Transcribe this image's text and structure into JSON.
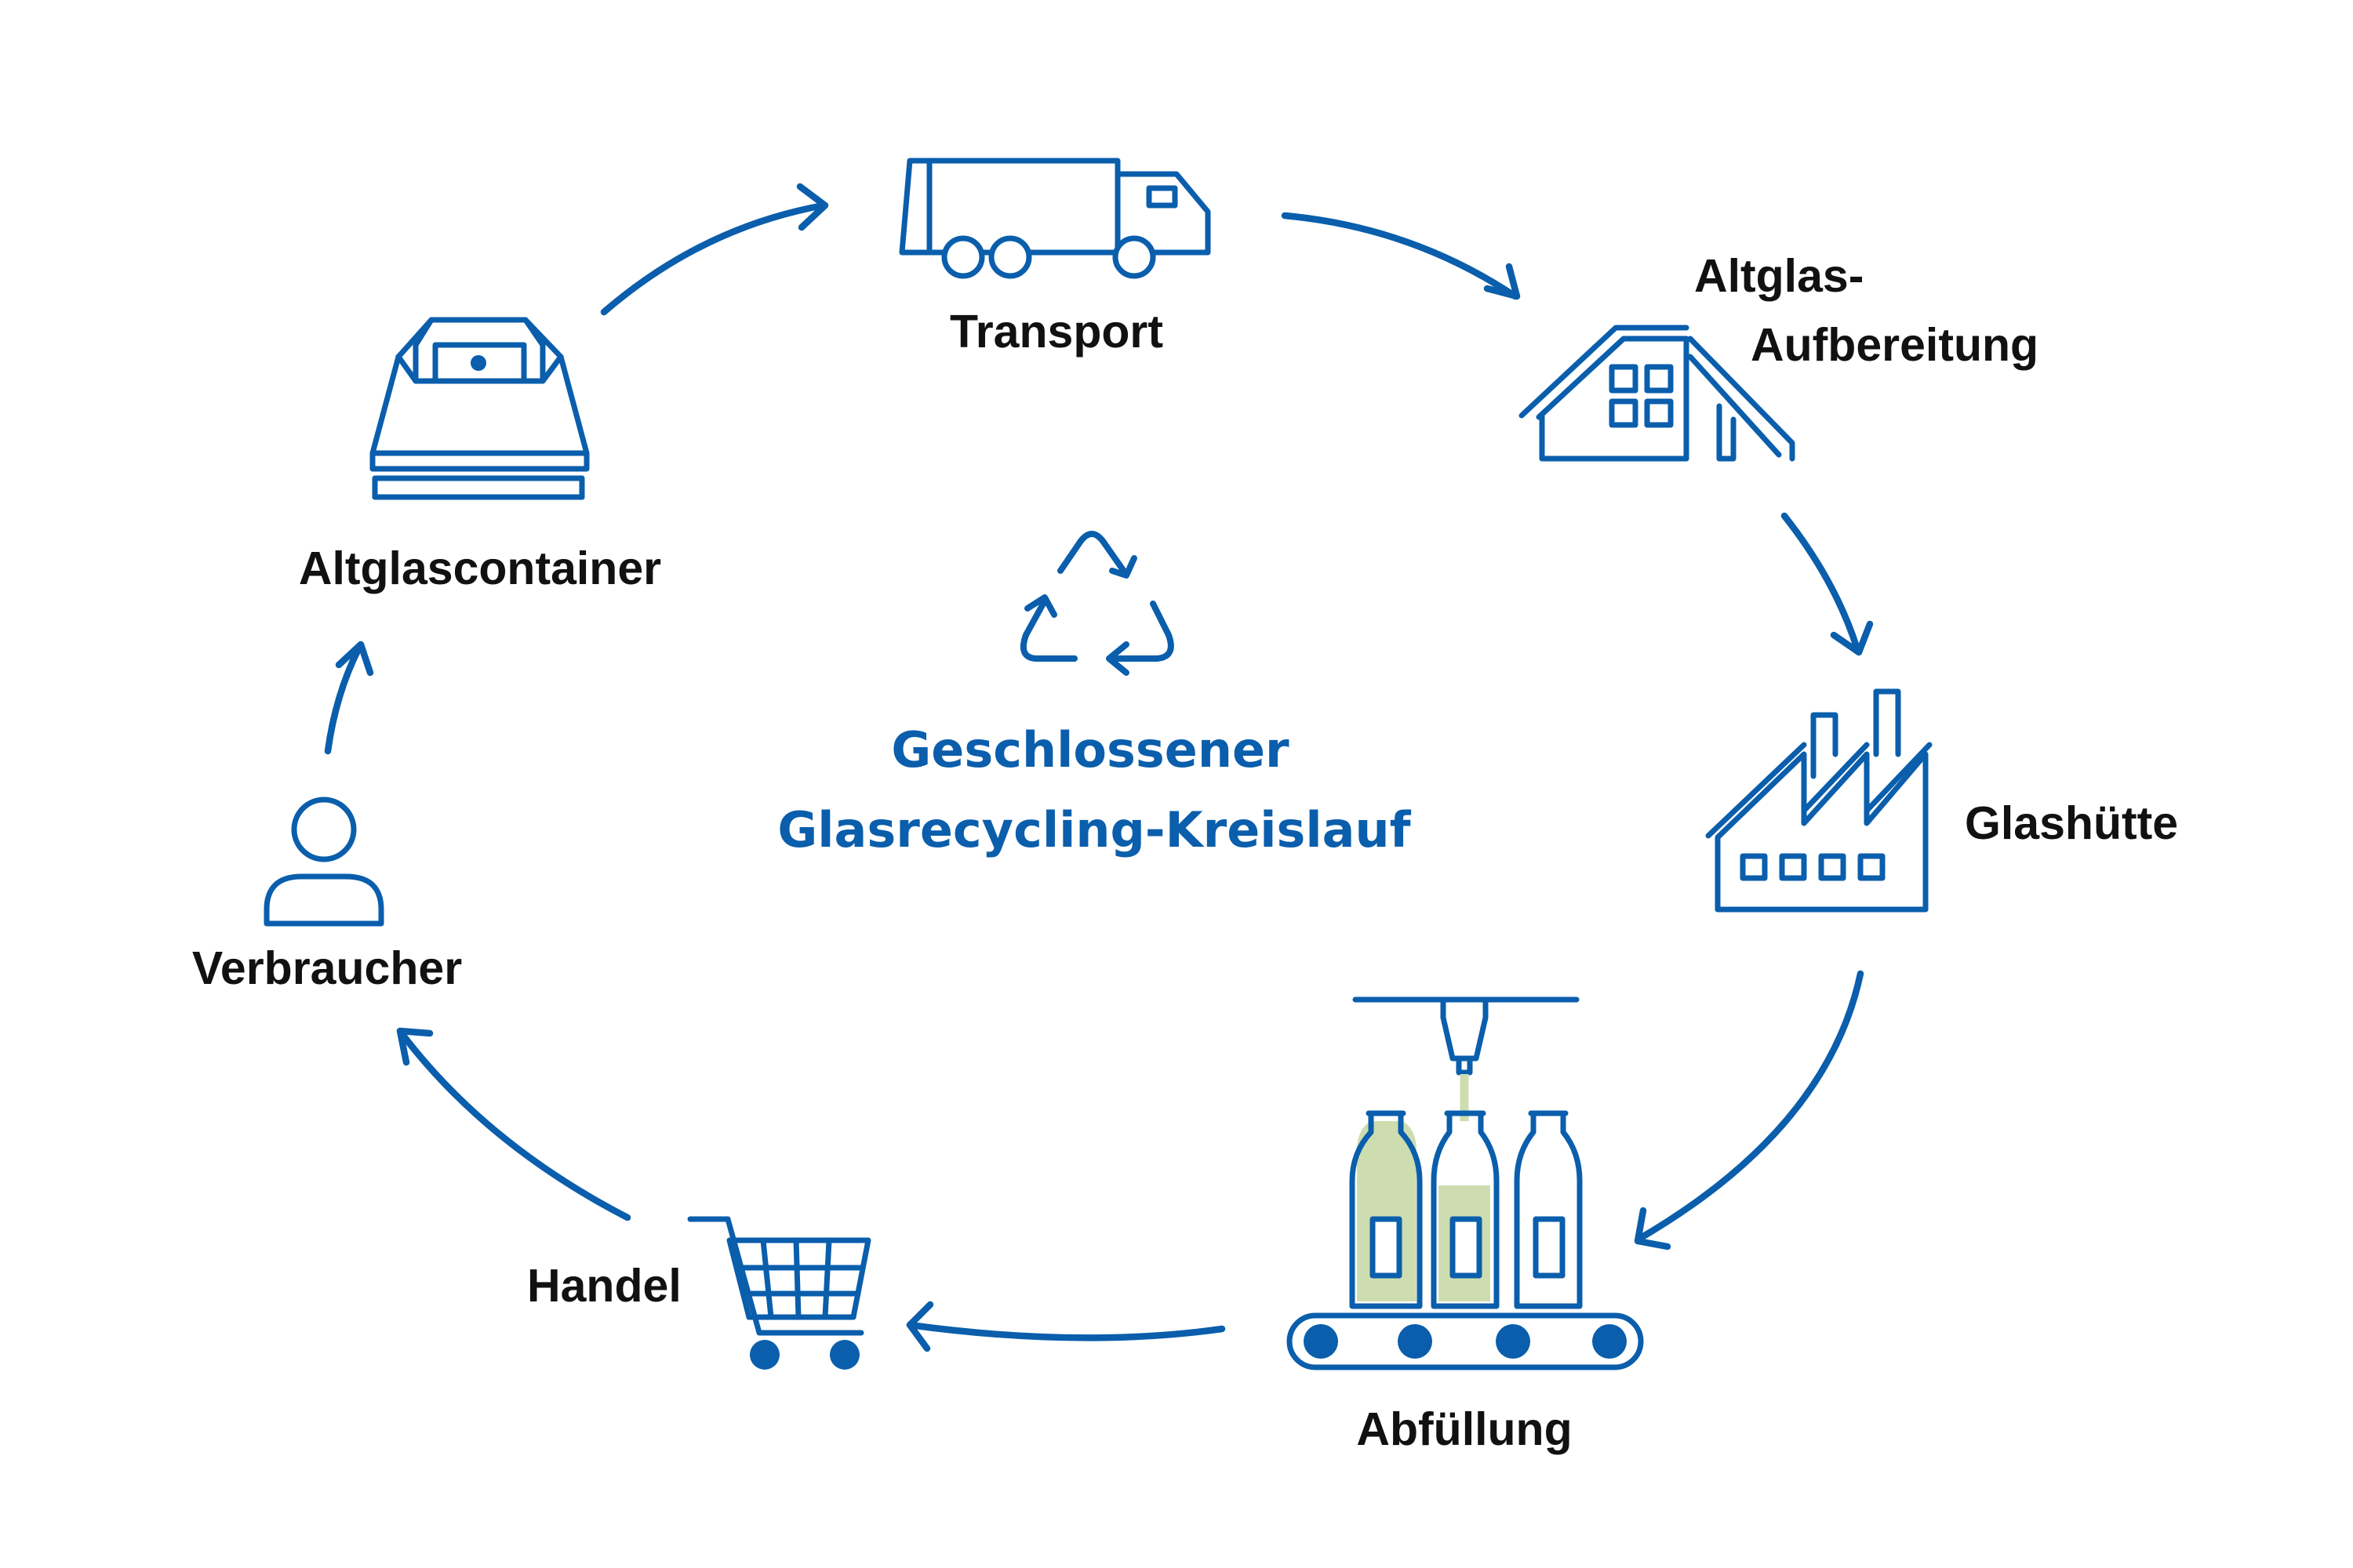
{
  "title": {
    "line1": "Geschlossener",
    "line2": "Glasrecycling-Kreislauf"
  },
  "steps": [
    {
      "id": "transport",
      "label": "Transport",
      "icon": "truck-icon"
    },
    {
      "id": "altglas-aufbereitung",
      "label_line1": "Altglas-",
      "label_line2": "Aufbereitung",
      "icon": "processing-plant-icon"
    },
    {
      "id": "glashuette",
      "label": "Glashütte",
      "icon": "factory-icon"
    },
    {
      "id": "abfuellung",
      "label": "Abfüllung",
      "icon": "bottling-line-icon"
    },
    {
      "id": "handel",
      "label": "Handel",
      "icon": "shopping-cart-icon"
    },
    {
      "id": "verbraucher",
      "label": "Verbraucher",
      "icon": "person-icon"
    },
    {
      "id": "altglascontainer",
      "label": "Altglascontainer",
      "icon": "glass-container-icon"
    }
  ],
  "colors": {
    "accent": "#0a5eac",
    "liquid": "#cdddb0",
    "text": "#111111"
  }
}
